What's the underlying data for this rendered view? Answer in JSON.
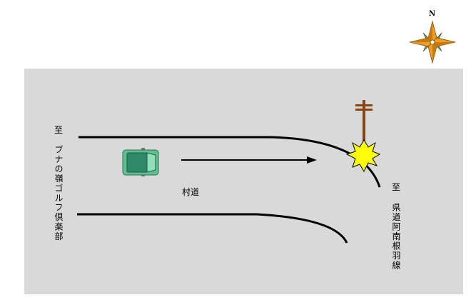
{
  "compass": {
    "north_label": "N",
    "icon": "compass-rose-icon"
  },
  "labels": {
    "west_to": "至",
    "west_destination": "ブナの嶺ゴルフ倶楽部",
    "road_name": "村道",
    "east_to": "至",
    "east_destination": "県道阿南根羽線"
  },
  "icons": {
    "vehicle": "car-icon",
    "direction": "arrow-right-icon",
    "utility_pole": "utility-pole-icon",
    "collision": "collision-burst-icon"
  },
  "colors": {
    "ground": "#d9d9d9",
    "road_line": "#000000",
    "car_body": "#5fbf8f",
    "car_roof": "#2e8b6a",
    "pole": "#8b4513",
    "burst_fill": "#ffff00",
    "compass_orange": "#f0a020",
    "compass_green": "#6b8e5a"
  }
}
